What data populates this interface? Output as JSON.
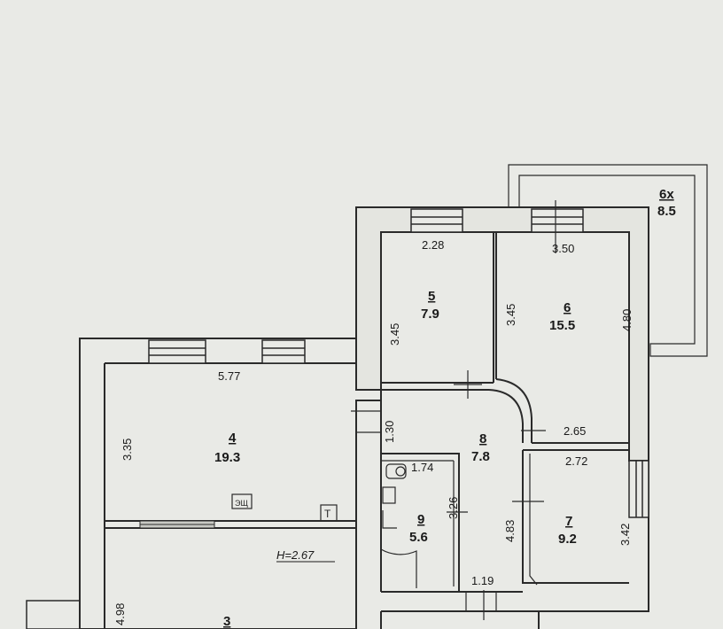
{
  "rooms": {
    "r3": {
      "number": "3"
    },
    "r4": {
      "number": "4",
      "area": "19.3"
    },
    "r5": {
      "number": "5",
      "area": "7.9"
    },
    "r6": {
      "number": "6",
      "area": "15.5"
    },
    "r6x": {
      "number": "6x",
      "area": "8.5"
    },
    "r7": {
      "number": "7",
      "area": "9.2"
    },
    "r8": {
      "number": "8",
      "area": "7.8"
    },
    "r9": {
      "number": "9",
      "area": "5.6"
    }
  },
  "dimensions": {
    "d_577": "5.77",
    "d_335": "3.35",
    "d_228": "2.28",
    "d_345a": "3.45",
    "d_345b": "3.45",
    "d_350": "3.50",
    "d_480": "4.80",
    "d_130": "1.30",
    "d_265": "2.65",
    "d_272": "2.72",
    "d_174": "1.74",
    "d_326": "3.26",
    "d_483": "4.83",
    "d_342": "3.42",
    "d_119": "1.19",
    "d_498": "4.98"
  },
  "ceiling_height": "H=2.67",
  "symbols": {
    "panel": "ЭЩ",
    "t_mark": "T"
  }
}
